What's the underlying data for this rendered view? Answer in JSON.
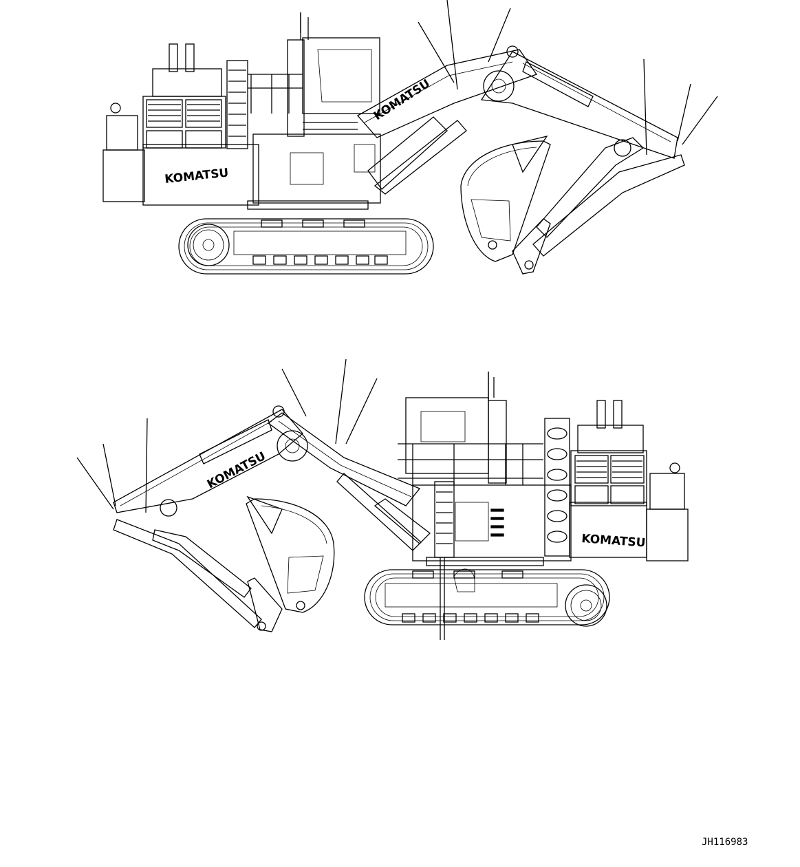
{
  "drawing_code": "JH116983",
  "brand_logo": "KOMATSU",
  "views": [
    {
      "id": "left-side-view"
    },
    {
      "id": "right-side-view"
    }
  ]
}
